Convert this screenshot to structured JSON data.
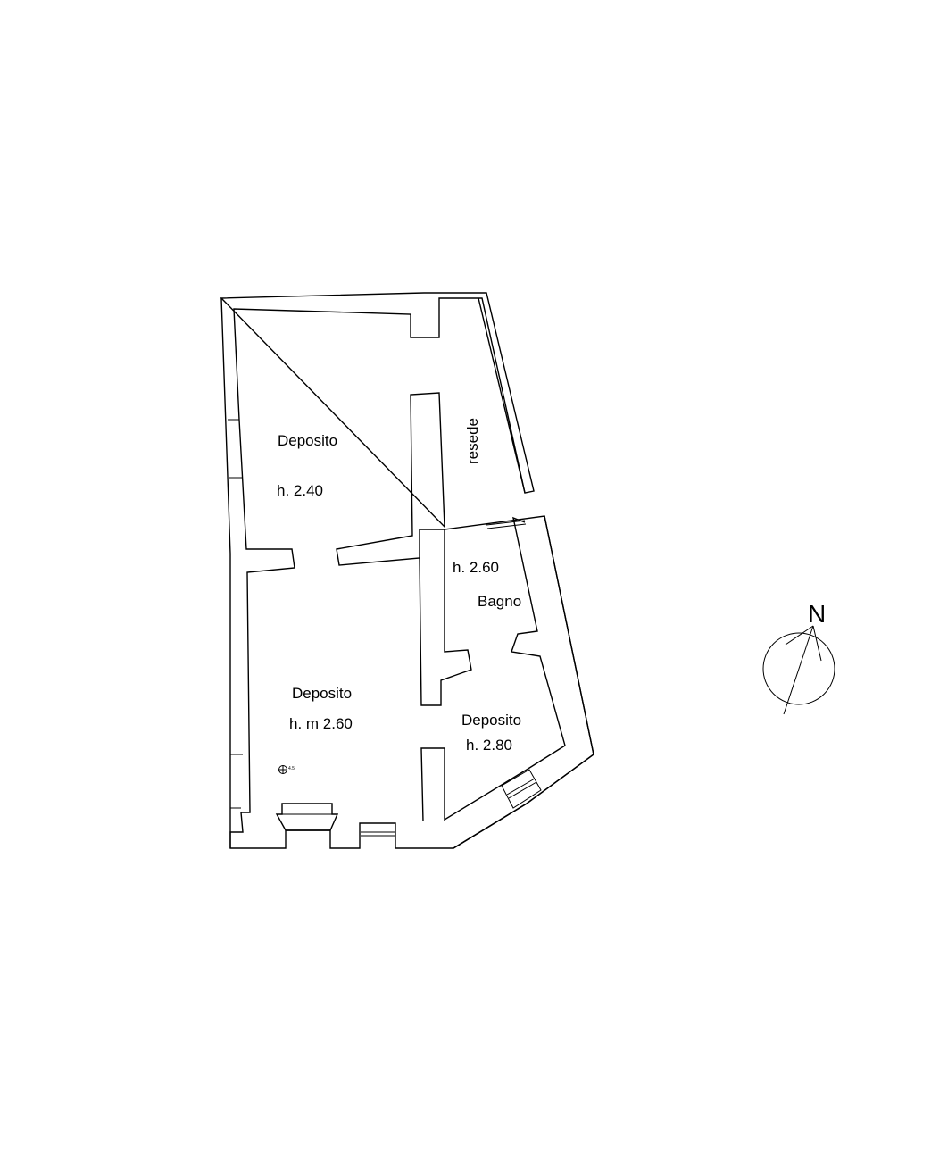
{
  "rooms": {
    "deposito_top": {
      "name": "Deposito",
      "height": "h. 2.40"
    },
    "deposito_bottom": {
      "name": "Deposito",
      "height": "h. m 2.60"
    },
    "bagno": {
      "name": "Bagno",
      "height": "h. 2.60"
    },
    "deposito_right": {
      "name": "Deposito",
      "height": "h. 2.80"
    },
    "resede": {
      "name": "resede"
    }
  },
  "marker": {
    "label": "4.5"
  },
  "compass": {
    "label": "N"
  },
  "colors": {
    "line": "#000000",
    "background": "#ffffff"
  }
}
